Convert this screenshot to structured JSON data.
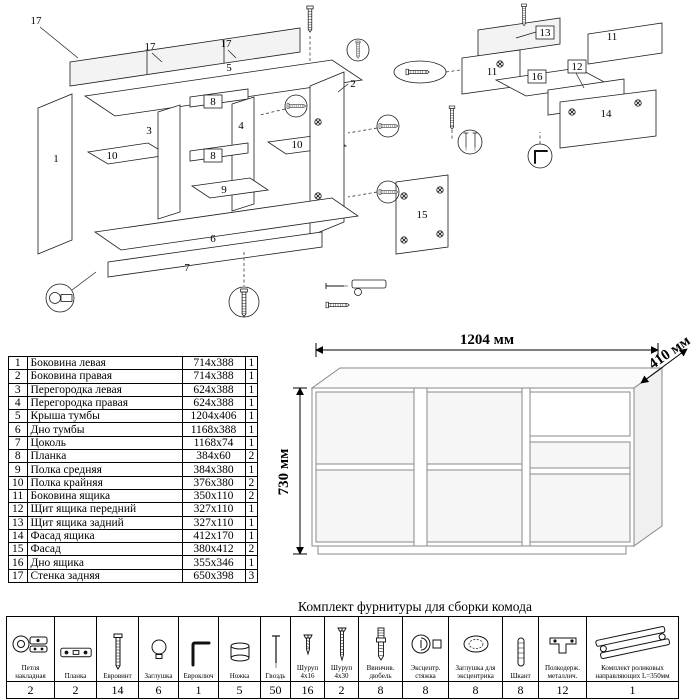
{
  "parts": {
    "rows": [
      {
        "num": "1",
        "name": "Боковина левая",
        "size": "714x388",
        "qty": "1"
      },
      {
        "num": "2",
        "name": "Боковина правая",
        "size": "714x388",
        "qty": "1"
      },
      {
        "num": "3",
        "name": "Перегородка левая",
        "size": "624x388",
        "qty": "1"
      },
      {
        "num": "4",
        "name": "Перегородка правая",
        "size": "624x388",
        "qty": "1"
      },
      {
        "num": "5",
        "name": "Крыша тумбы",
        "size": "1204x406",
        "qty": "1"
      },
      {
        "num": "6",
        "name": "Дно тумбы",
        "size": "1168x388",
        "qty": "1"
      },
      {
        "num": "7",
        "name": "Цоколь",
        "size": "1168x74",
        "qty": "1"
      },
      {
        "num": "8",
        "name": "Планка",
        "size": "384x60",
        "qty": "2"
      },
      {
        "num": "9",
        "name": "Полка средняя",
        "size": "384x380",
        "qty": "1"
      },
      {
        "num": "10",
        "name": "Полка крайняя",
        "size": "376x380",
        "qty": "2"
      },
      {
        "num": "11",
        "name": "Боковина ящика",
        "size": "350x110",
        "qty": "2"
      },
      {
        "num": "12",
        "name": "Щит ящика передний",
        "size": "327x110",
        "qty": "1"
      },
      {
        "num": "13",
        "name": "Щит ящика задний",
        "size": "327x110",
        "qty": "1"
      },
      {
        "num": "14",
        "name": "Фасад ящика",
        "size": "412x170",
        "qty": "1"
      },
      {
        "num": "15",
        "name": "Фасад",
        "size": "380x412",
        "qty": "2"
      },
      {
        "num": "16",
        "name": "Дно ящика",
        "size": "355x346",
        "qty": "1"
      },
      {
        "num": "17",
        "name": "Стенка задняя",
        "size": "650x398",
        "qty": "3"
      }
    ]
  },
  "dimensions": {
    "width": "1204 мм",
    "depth": "410 мм",
    "height": "730 мм"
  },
  "hardware": {
    "title": "Комплект фурнитуры для сборки комода",
    "items": [
      {
        "name": "Петля накладная",
        "qty": "2"
      },
      {
        "name": "Планка",
        "qty": "2"
      },
      {
        "name": "Евровинт",
        "qty": "14"
      },
      {
        "name": "Заглушка",
        "qty": "6"
      },
      {
        "name": "Евроключ",
        "qty": "1"
      },
      {
        "name": "Ножка",
        "qty": "5"
      },
      {
        "name": "Гвоздь",
        "qty": "50"
      },
      {
        "name": "Шуруп 4x16",
        "qty": "16"
      },
      {
        "name": "Шуруп 4x30",
        "qty": "2"
      },
      {
        "name": "Ввинчив. дюбель",
        "qty": "8"
      },
      {
        "name": "Эксцентр. стяжка",
        "qty": "8"
      },
      {
        "name": "Заглушка для эксцентрика",
        "qty": "8"
      },
      {
        "name": "Шкант",
        "qty": "8"
      },
      {
        "name": "Полкодерж. металлич.",
        "qty": "12"
      },
      {
        "name": "Комплект роликовых направляющих L=350мм",
        "qty": "1"
      }
    ]
  },
  "diagram": {
    "labels": [
      "17",
      "17",
      "17",
      "5",
      "8",
      "3",
      "10",
      "4",
      "8",
      "10",
      "9",
      "1",
      "6",
      "7",
      "2",
      "15",
      "13",
      "11",
      "11",
      "16",
      "12",
      "14"
    ]
  }
}
